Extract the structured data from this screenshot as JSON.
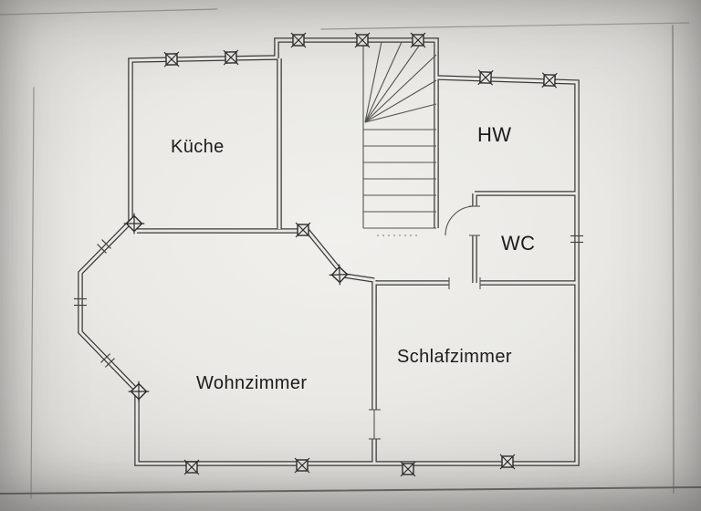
{
  "document": {
    "type": "scanned-floor-plan",
    "colors": {
      "wall": "#3b3a38",
      "paper": "#ebe9e5",
      "text": "#1d1c1a"
    }
  },
  "rooms": {
    "kueche": {
      "label": "Küche"
    },
    "hw": {
      "label": "HW"
    },
    "wc": {
      "label": "WC"
    },
    "wohnzimmer": {
      "label": "Wohnzimmer"
    },
    "schlafzimmer": {
      "label": "Schlafzimmer"
    }
  }
}
